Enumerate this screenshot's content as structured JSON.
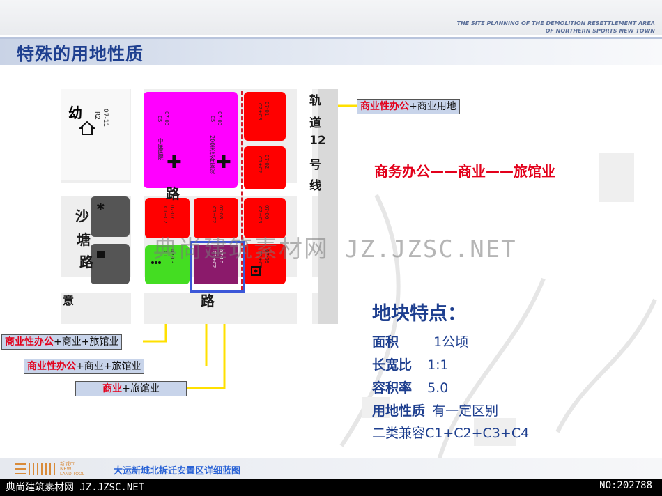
{
  "header": {
    "subtitle_en_line1": "THE SITE PLANNING OF THE DEMOLITION RESETTLEMENT AREA",
    "subtitle_en_line2": "OF NORTHERN SPORTS NEW TOWN"
  },
  "page": {
    "title": "特殊的用地性质"
  },
  "map": {
    "roads": {
      "left_road_1": "沙",
      "left_road_2": "塘",
      "left_road_3": "路",
      "right_road_1": "轨",
      "right_road_2": "道",
      "right_road_3": "12",
      "right_road_4": "号",
      "right_road_5": "线",
      "center_road": "路",
      "bottom_road": "路",
      "left_edge": "意"
    },
    "kindergarten_label": "幼",
    "plots": {
      "p0711": "07-11",
      "p0711_type": "R2",
      "hospital_a": "07-03",
      "hospital_a_type": "C5",
      "hospital_a_name": "中医医院",
      "hospital_b": "07-03",
      "hospital_b_type": "C5",
      "hospital_b_name": "200床综合医院",
      "r1": "07-01",
      "r1_type": "C2+C3",
      "r2": "07-02",
      "r2_type": "C1+C2",
      "r3": "07-06",
      "r3_type": "C2+C3",
      "r4": "07-07",
      "r4_type": "C1+C2",
      "r5": "07-08",
      "r5_type": "C1+C2",
      "r6": "07-09",
      "r6_type": "C2+C3",
      "g1": "07-13",
      "g1_type": "C1",
      "purple": "07-10",
      "purple_type": "C1+C2"
    }
  },
  "callouts": {
    "top_right_hl": "商业性办公",
    "top_right_rest": "+商业用地",
    "left1_hl": "商业性办公",
    "left1_rest": "+商业+旅馆业",
    "left2_hl": "商业性办公",
    "left2_rest": "+商业+旅馆业",
    "left3_hl": "商业",
    "left3_rest": "+旅馆业"
  },
  "chain_text": "商务办公——商业——旅馆业",
  "features": {
    "title": "地块特点：",
    "area_key": "面积",
    "area_val": "1公顷",
    "ratio_key": "长宽比",
    "ratio_val": "1:1",
    "far_key": "容积率",
    "far_val": "5.0",
    "use_key": "用地性质",
    "use_val": "有一定区别",
    "compat": "二类兼容C1+C2+C3+C4"
  },
  "footer": {
    "logo_text_1": "新城市",
    "logo_text_2": "NEW",
    "logo_text_3": "LAND TOOL",
    "title": "大运新城北拆迁安置区详细蓝图"
  },
  "watermarks": {
    "center": "典尚建筑素材网 JZ.JZSC.NET",
    "bottom_left": "典尚建筑素材网 JZ.JZSC.NET",
    "bottom_right": "NO:202788"
  },
  "colors": {
    "title_blue": "#1e3f8f",
    "highlight_red": "#e3001b",
    "commercial_red": "#ff0000",
    "hospital_magenta": "#ff00ff",
    "green_plot": "#44dd22",
    "purple_plot": "#8b1a6b",
    "connector_yellow": "#ffe000",
    "callout_fill": "#c8d4ea"
  }
}
